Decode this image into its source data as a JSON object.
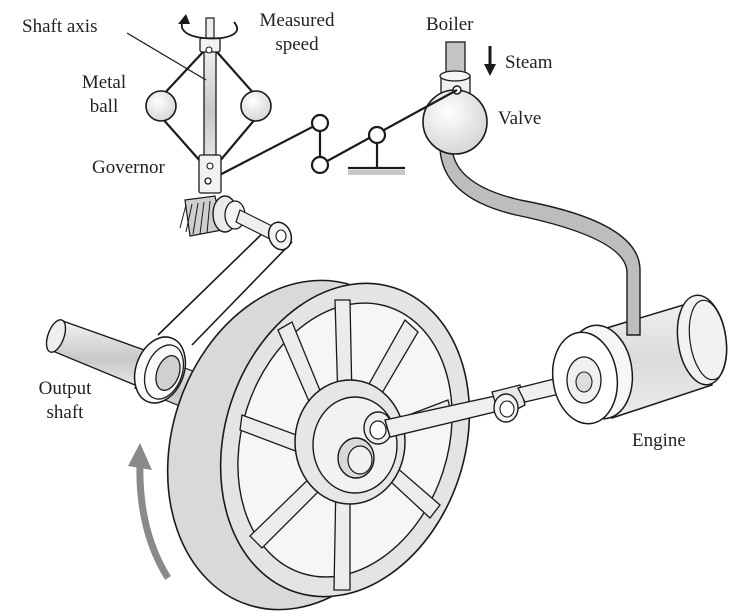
{
  "figure": {
    "title": "Watt flyball governor speed control of a steam engine",
    "colors": {
      "line": "#1a1a1a",
      "fill_light": "#e8e8e8",
      "fill_mid": "#cfcfcf",
      "pipe": "#bdbdbd",
      "rotation_arrow": "#888888"
    }
  },
  "labels": {
    "shaft_axis": "Shaft axis",
    "measured_speed_1": "Measured",
    "measured_speed_2": "speed",
    "metal_ball_1": "Metal",
    "metal_ball_2": "ball",
    "governor": "Governor",
    "boiler": "Boiler",
    "steam": "Steam",
    "valve": "Valve",
    "output_shaft_1": "Output",
    "output_shaft_2": "shaft",
    "engine": "Engine"
  },
  "components": [
    {
      "id": "governor",
      "name": "Flyball governor"
    },
    {
      "id": "linkage",
      "name": "Lever linkage to valve"
    },
    {
      "id": "valve",
      "name": "Steam valve"
    },
    {
      "id": "boiler",
      "name": "Boiler inlet pipe"
    },
    {
      "id": "engine",
      "name": "Steam engine cylinder"
    },
    {
      "id": "flywheel",
      "name": "Flywheel"
    },
    {
      "id": "output-shaft",
      "name": "Output shaft"
    },
    {
      "id": "belt",
      "name": "Belt drive to governor"
    }
  ]
}
